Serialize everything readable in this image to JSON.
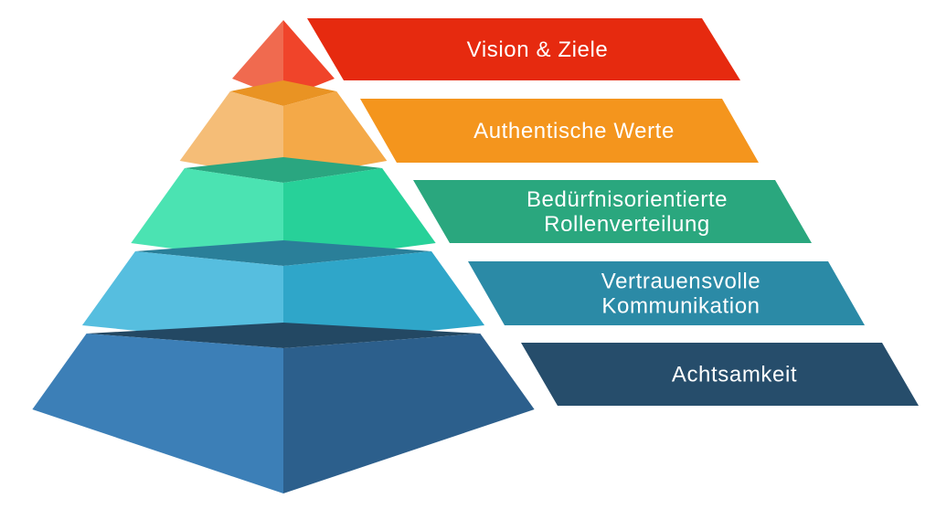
{
  "diagram": {
    "levels": [
      {
        "id": "vision",
        "label_lines": [
          "Vision & Ziele"
        ],
        "colors": {
          "band": "#e62a0f",
          "left": "#f06a4f",
          "right": "#f0442a",
          "lip": "#e1350d"
        }
      },
      {
        "id": "werte",
        "label_lines": [
          "Authentische Werte"
        ],
        "colors": {
          "band": "#f4951d",
          "left": "#f5bd77",
          "right": "#f4a948",
          "lip": "#e99323"
        }
      },
      {
        "id": "rollen",
        "label_lines": [
          "Bedürfnisorientierte",
          "Rollenverteilung"
        ],
        "colors": {
          "band": "#2aa77e",
          "left": "#4be3b2",
          "right": "#27d199",
          "lip": "#2aa680"
        }
      },
      {
        "id": "kommunikation",
        "label_lines": [
          "Vertrauensvolle",
          "Kommunikation"
        ],
        "colors": {
          "band": "#2b8aa6",
          "left": "#56bedf",
          "right": "#2fa6c9",
          "lip": "#2a7f99"
        }
      },
      {
        "id": "achtsamkeit",
        "label_lines": [
          "Achtsamkeit"
        ],
        "colors": {
          "band": "#264d6b",
          "left": "#3c7fb7",
          "right": "#2c5f8c",
          "lip": "#234863"
        }
      }
    ]
  }
}
